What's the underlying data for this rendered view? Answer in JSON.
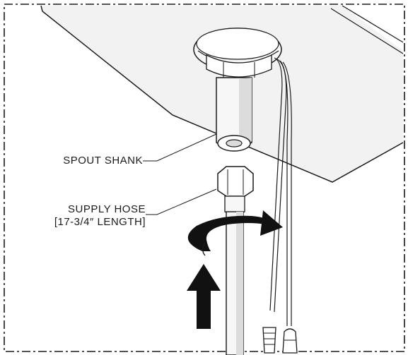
{
  "labels": {
    "spout_shank": "SPOUT SHANK",
    "supply_hose_line1": "SUPPLY HOSE",
    "supply_hose_line2": "[17-3/4″ LENGTH]"
  },
  "colors": {
    "line": "#1a1a1a",
    "surface_fill": "#f2f2f2",
    "part_fill": "#f7f7f7",
    "shadow_fill": "#dcdcdc",
    "arrow_fill": "#111111",
    "background": "#ffffff"
  },
  "icons": {
    "rotation": "rotate-clockwise-arrow-icon",
    "push": "up-arrow-icon"
  }
}
